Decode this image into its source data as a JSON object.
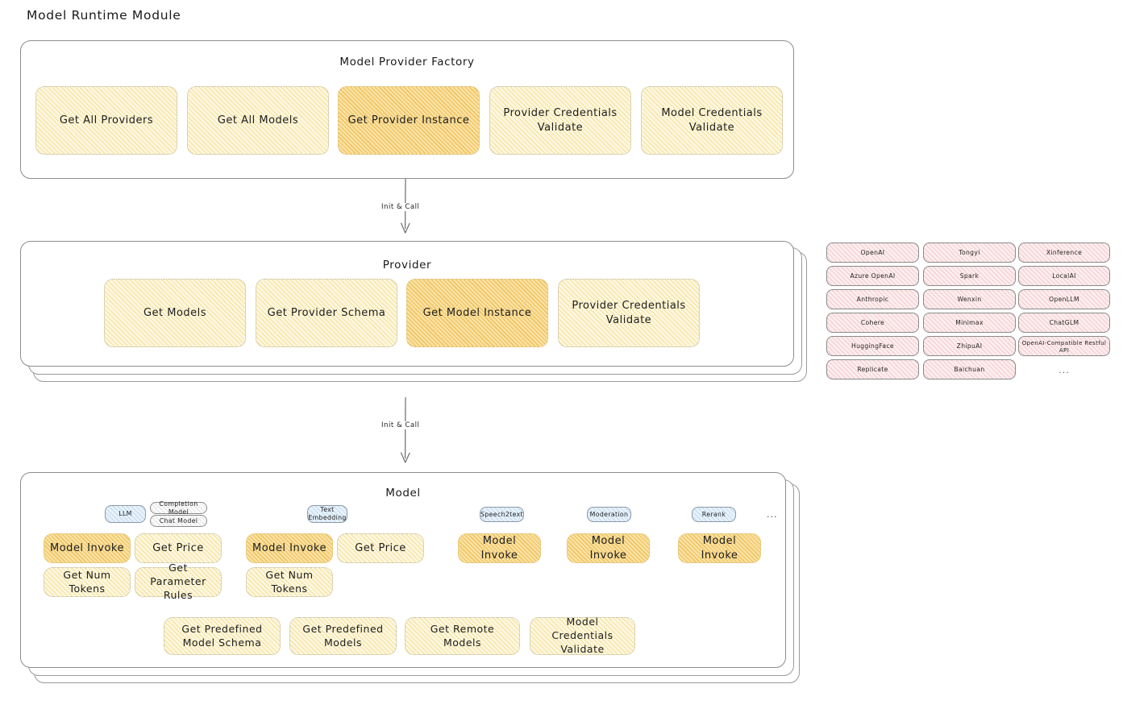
{
  "page": {
    "title": "Model Runtime Module"
  },
  "factory": {
    "title": "Model Provider Factory",
    "cards": [
      {
        "label": "Get All Providers",
        "accent": false
      },
      {
        "label": "Get All Models",
        "accent": false
      },
      {
        "label": "Get Provider Instance",
        "accent": true
      },
      {
        "label": "Provider Credentials Validate",
        "accent": false
      },
      {
        "label": "Model Credentials Validate",
        "accent": false
      }
    ]
  },
  "arrows": [
    {
      "label": "Init & Call"
    },
    {
      "label": "Init & Call"
    }
  ],
  "provider": {
    "title": "Provider",
    "cards": [
      {
        "label": "Get Models",
        "accent": false
      },
      {
        "label": "Get Provider Schema",
        "accent": false
      },
      {
        "label": "Get Model Instance",
        "accent": true
      },
      {
        "label": "Provider Credentials Validate",
        "accent": false
      }
    ]
  },
  "provider_list": {
    "columns": [
      {
        "items": [
          "OpenAI",
          "Azure OpenAI",
          "Anthropic",
          "Cohere",
          "HuggingFace",
          "Replicate"
        ]
      },
      {
        "items": [
          "Tongyi",
          "Spark",
          "Wenxin",
          "Minimax",
          "ZhipuAI",
          "Baichuan"
        ]
      },
      {
        "items": [
          "Xinference",
          "LocalAI",
          "OpenLLM",
          "ChatGLM",
          "OpenAI-Compatible Restful API"
        ]
      }
    ],
    "more": "..."
  },
  "model": {
    "title": "Model",
    "more": "...",
    "types": [
      {
        "badge": "LLM",
        "sub_badges": [
          "Completion Model",
          "Chat Model"
        ],
        "methods": [
          {
            "label": "Model Invoke",
            "accent": true
          },
          {
            "label": "Get Price",
            "accent": false
          },
          {
            "label": "Get Num Tokens",
            "accent": false
          },
          {
            "label": "Get Parameter Rules",
            "accent": false
          }
        ]
      },
      {
        "badge": "Text Embedding",
        "sub_badges": [],
        "methods": [
          {
            "label": "Model Invoke",
            "accent": true
          },
          {
            "label": "Get Price",
            "accent": false
          },
          {
            "label": "Get Num Tokens",
            "accent": false
          }
        ]
      },
      {
        "badge": "Speech2text",
        "sub_badges": [],
        "methods": [
          {
            "label": "Model Invoke",
            "accent": true
          }
        ]
      },
      {
        "badge": "Moderation",
        "sub_badges": [],
        "methods": [
          {
            "label": "Model Invoke",
            "accent": true
          }
        ]
      },
      {
        "badge": "Rerank",
        "sub_badges": [],
        "methods": [
          {
            "label": "Model Invoke",
            "accent": true
          }
        ]
      }
    ],
    "common_methods": [
      {
        "label": "Get Predefined Model Schema"
      },
      {
        "label": "Get Predefined Models"
      },
      {
        "label": "Get Remote Models"
      },
      {
        "label": "Model Credentials Validate"
      }
    ]
  },
  "colors": {
    "card_fill": "#fdf7e0",
    "card_accent_fill": "#fae1a2",
    "pill_fill": "#fdeeef",
    "badge_fill": "#e8f2fb",
    "panel_border": "#8d8d8d"
  }
}
